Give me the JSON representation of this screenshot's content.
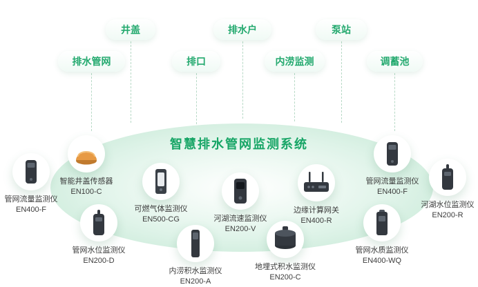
{
  "title": "智慧排水管网监测系统",
  "pills": {
    "row1": [
      {
        "label": "井盖"
      },
      {
        "label": "排水户"
      },
      {
        "label": "泵站"
      }
    ],
    "row2": [
      {
        "label": "排水管网"
      },
      {
        "label": "排口"
      },
      {
        "label": "内涝监测"
      },
      {
        "label": "调蓄池"
      }
    ]
  },
  "devices": [
    {
      "name": "管网流量监测仪",
      "model": "EN400-F",
      "icon": "flow-monitor-icon"
    },
    {
      "name": "智能井盖传感器",
      "model": "EN100-C",
      "icon": "manhole-sensor-icon"
    },
    {
      "name": "可燃气体监测仪",
      "model": "EN500-CG",
      "icon": "gas-monitor-icon"
    },
    {
      "name": "河湖流速监测仪",
      "model": "EN200-V",
      "icon": "velocity-monitor-icon"
    },
    {
      "name": "边缘计算网关",
      "model": "EN400-R",
      "icon": "gateway-icon"
    },
    {
      "name": "管网流量监测仪",
      "model": "EN400-F",
      "icon": "flow-monitor-icon"
    },
    {
      "name": "河湖水位监测仪",
      "model": "EN200-R",
      "icon": "level-monitor-icon"
    },
    {
      "name": "管网水位监测仪",
      "model": "EN200-D",
      "icon": "level-monitor-icon"
    },
    {
      "name": "内涝积水监测仪",
      "model": "EN200-A",
      "icon": "waterlogging-monitor-icon"
    },
    {
      "name": "地埋式积水监测仪",
      "model": "EN200-C",
      "icon": "buried-monitor-icon"
    },
    {
      "name": "管网水质监测仪",
      "model": "EN400-WQ",
      "icon": "quality-monitor-icon"
    }
  ],
  "colors": {
    "accent_green": "#17a566",
    "pill_text": "#23a96e",
    "ellipse_mint": "#def3e8",
    "device_body": "#33383f",
    "manhole_orange": "#e79a44"
  }
}
